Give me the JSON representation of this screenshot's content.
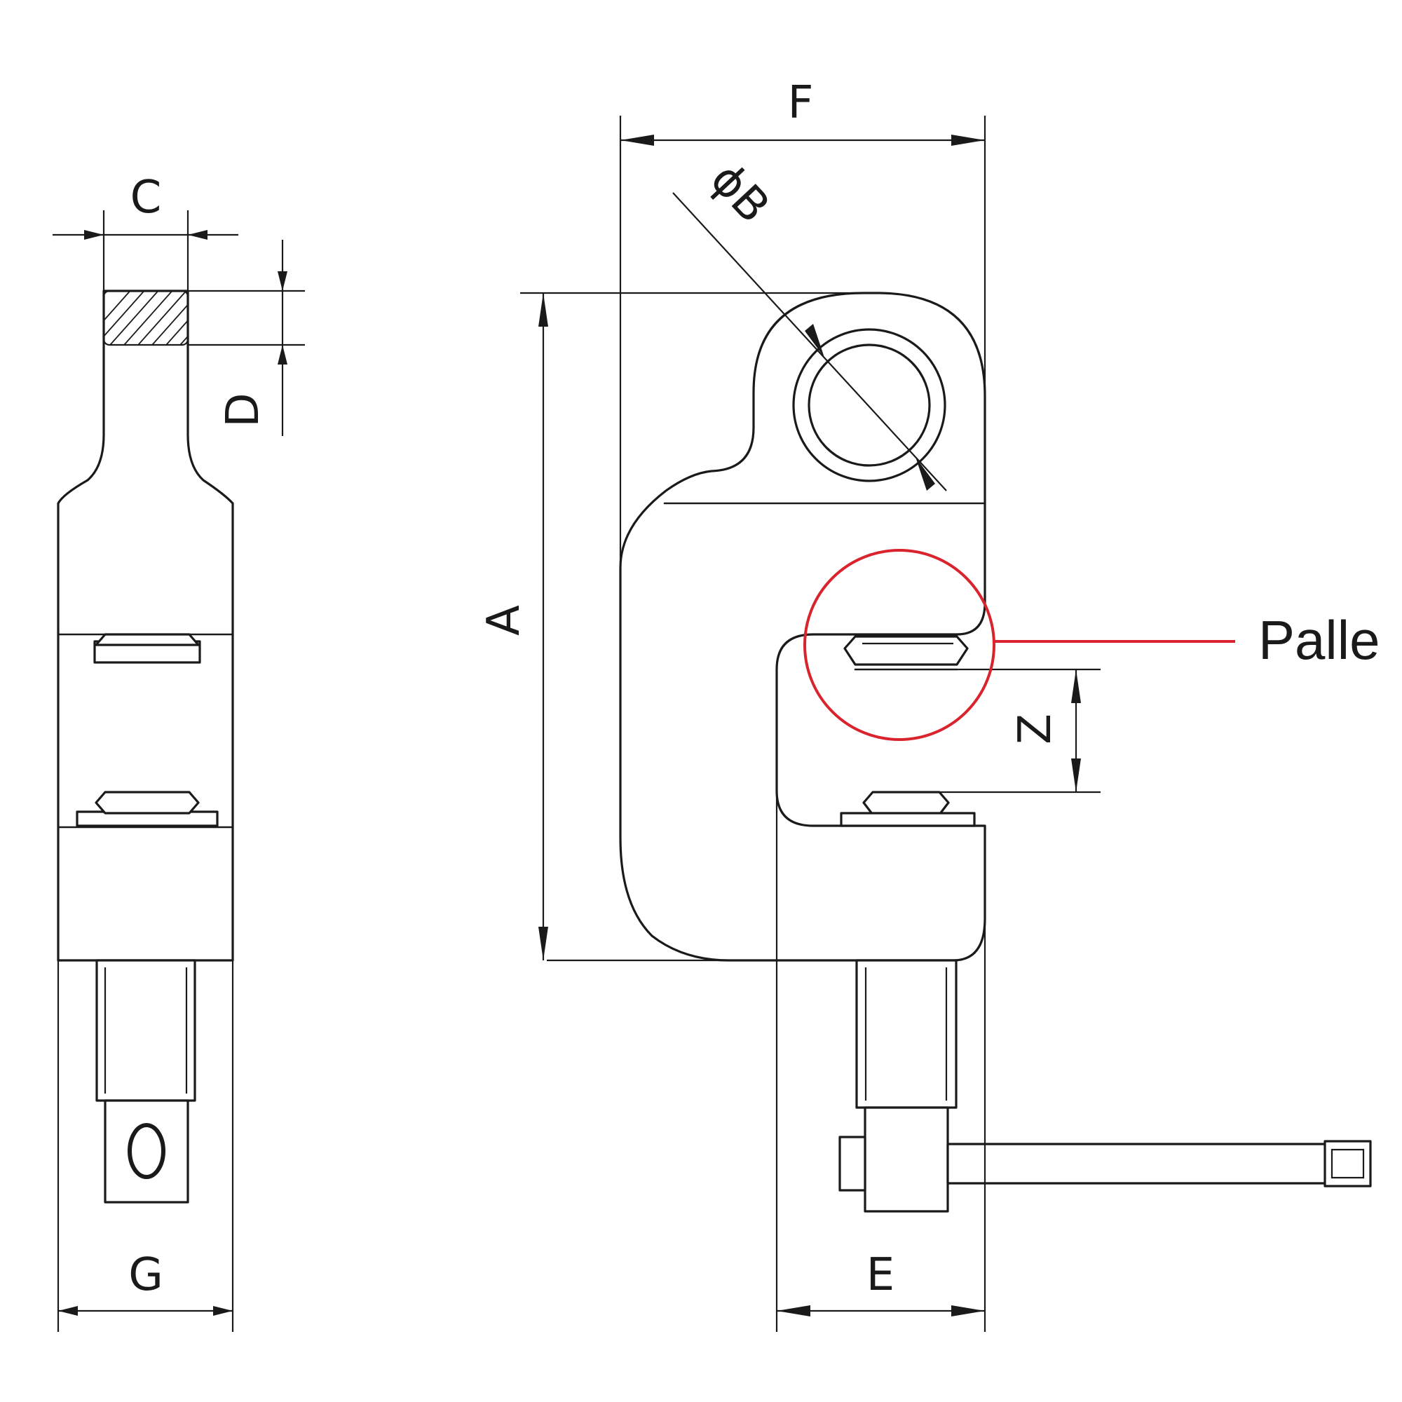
{
  "dimensions": {
    "A": "A",
    "B": "ϕB",
    "C": "C",
    "D": "D",
    "E": "E",
    "F": "F",
    "G": "G",
    "Z": "Z"
  },
  "callout": {
    "label": "Palle",
    "color": "#d9232d"
  },
  "views": [
    "side-view",
    "front-view"
  ]
}
